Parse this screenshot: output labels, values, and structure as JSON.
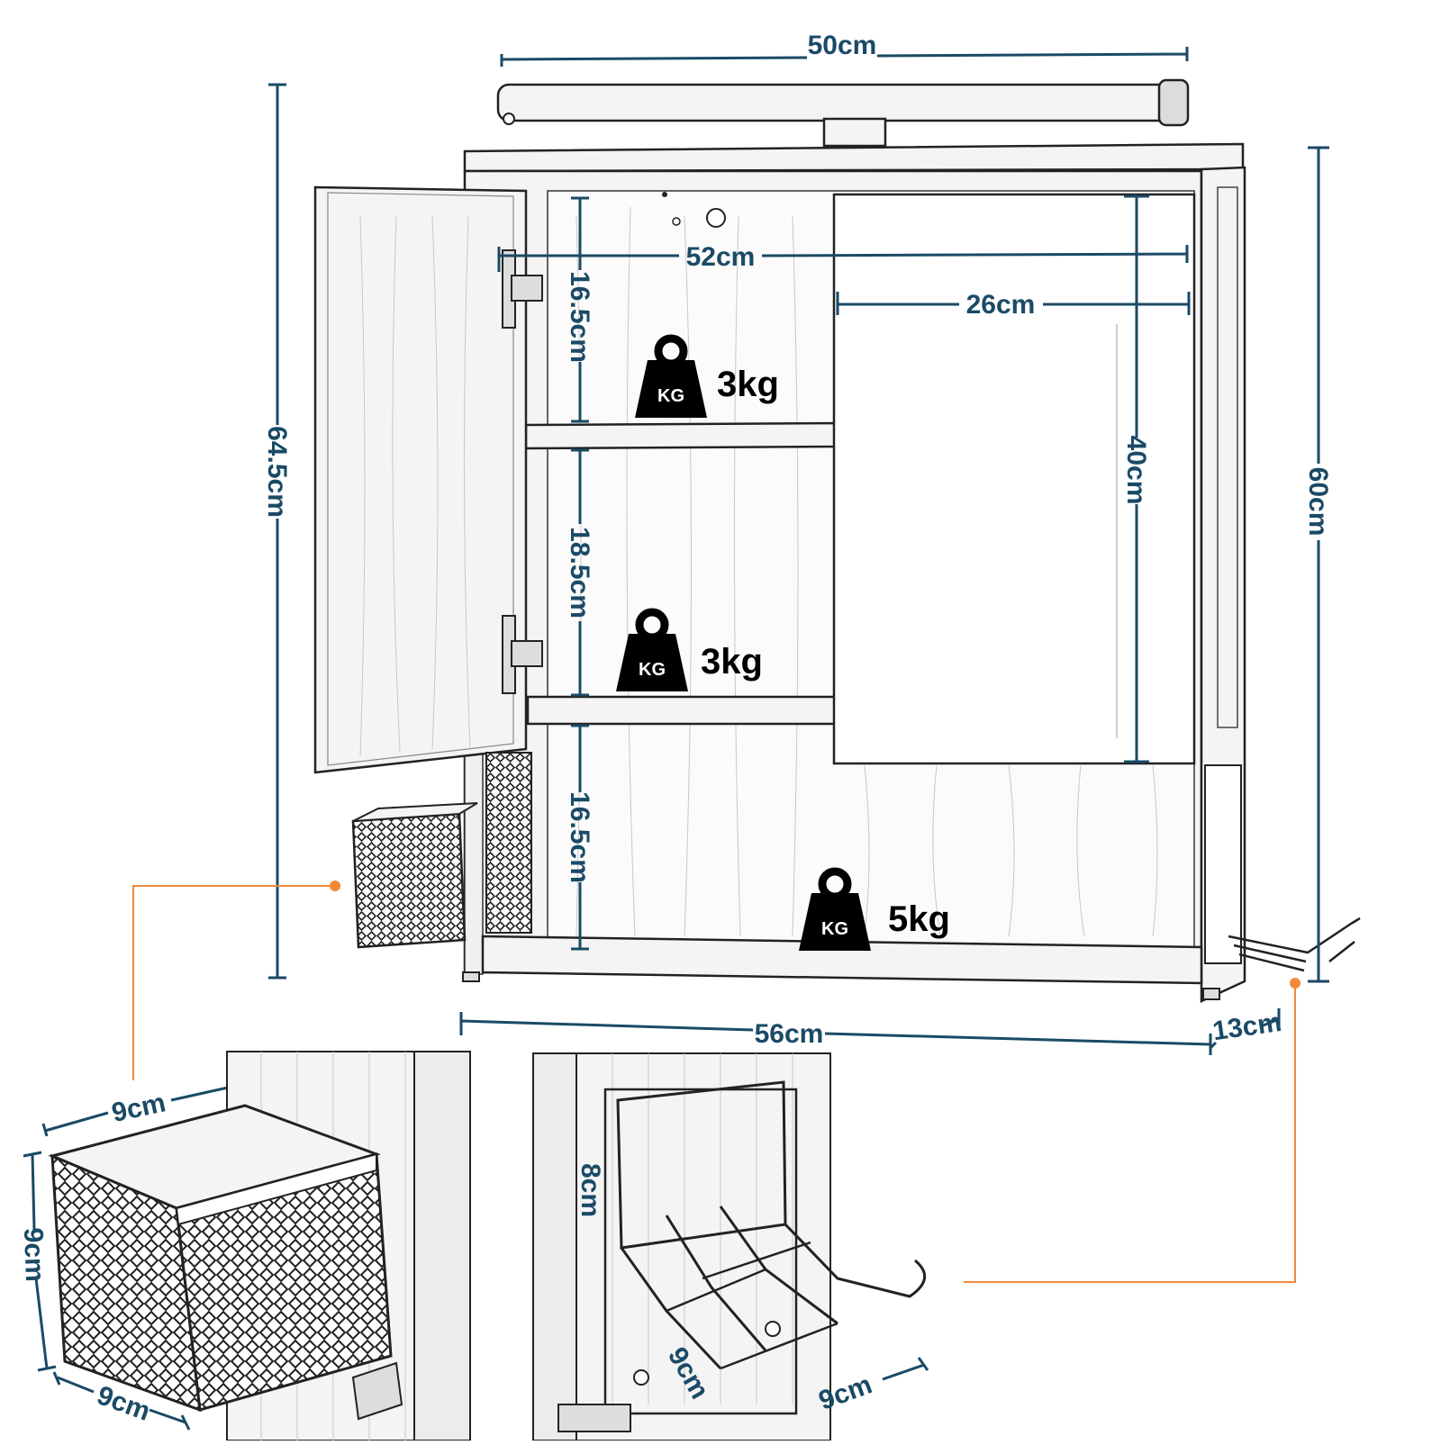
{
  "colors": {
    "dimension": "#1a4a66",
    "callout": "#f08a3a",
    "ink": "#111111",
    "wood": "#f4f4f4"
  },
  "dimensions": {
    "top_width": "50cm",
    "shelf_width": "52cm",
    "mirror_width": "26cm",
    "total_height": "64.5cm",
    "cabinet_height": "60cm",
    "shelf_gap_top": "16.5cm",
    "shelf_gap_middle": "18.5cm",
    "shelf_gap_bottom": "16.5cm",
    "mirror_height": "40cm",
    "base_width": "56cm",
    "depth": "13cm"
  },
  "loads": {
    "badge": "KG",
    "top_shelf": "3kg",
    "middle_shelf": "3kg",
    "bottom_shelf": "5kg"
  },
  "detail_basket": {
    "width": "9cm",
    "height": "9cm",
    "depth": "9cm"
  },
  "detail_rack": {
    "height": "8cm",
    "depth": "9cm",
    "width": "9cm"
  }
}
